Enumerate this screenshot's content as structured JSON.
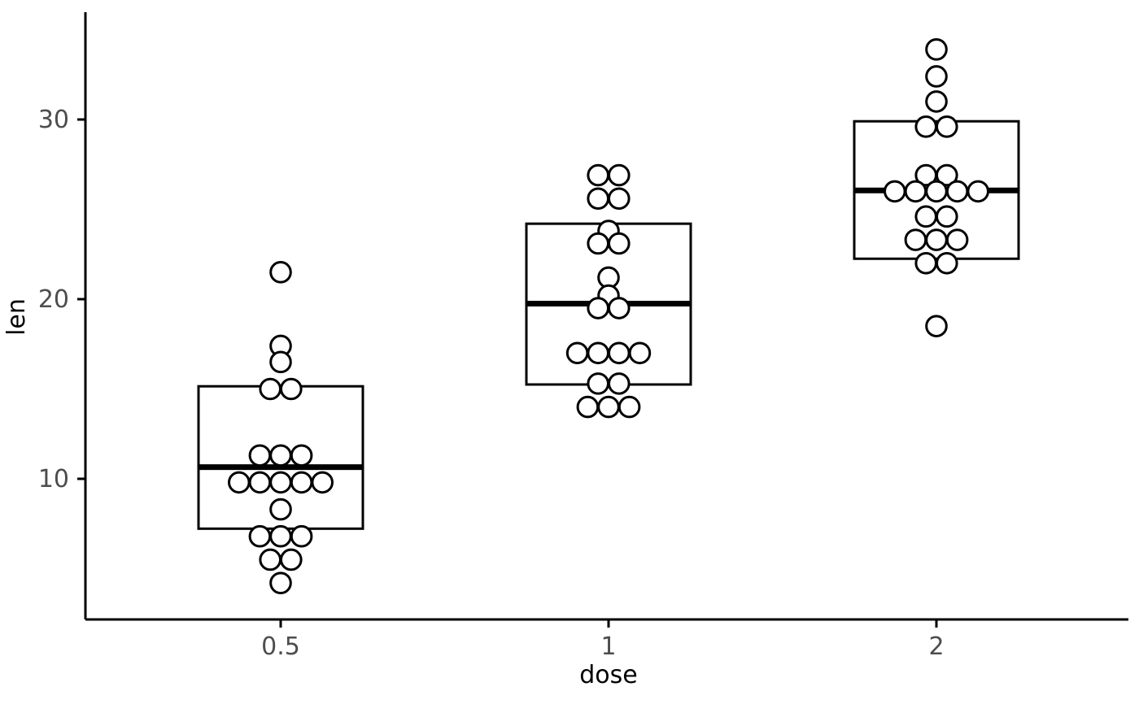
{
  "chart_data": {
    "type": "box",
    "title": "",
    "subtitle": "",
    "xlabel": "dose",
    "ylabel": "len",
    "grid": false,
    "legend": "none",
    "categories": [
      "0.5",
      "1",
      "2"
    ],
    "xtick_labels": [
      "0.5",
      "1",
      "2"
    ],
    "ytick_labels": [
      "10",
      "20",
      "30"
    ],
    "ytick_values": [
      10,
      20,
      30
    ],
    "ylim": [
      3.2,
      35.5
    ],
    "boxes": [
      {
        "category": "0.5",
        "q1": 7.225,
        "median": 10.65,
        "q3": 15.15,
        "whisker_low": 4.2,
        "whisker_high": 21.5
      },
      {
        "category": "1",
        "q1": 15.25,
        "median": 19.75,
        "q3": 24.2,
        "whisker_low": 13.6,
        "whisker_high": 27.3
      },
      {
        "category": "2",
        "q1": 22.25,
        "median": 26.05,
        "q3": 29.9,
        "whisker_low": 18.5,
        "whisker_high": 33.9
      }
    ],
    "series": [
      {
        "name": "0.5",
        "values": [
          4.2,
          5.2,
          5.8,
          6.4,
          7.0,
          7.3,
          8.2,
          9.4,
          9.7,
          9.7,
          10.0,
          10.0,
          11.2,
          11.2,
          11.5,
          13.6,
          15.2,
          15.5,
          16.5,
          17.3,
          21.5
        ]
      },
      {
        "name": "1",
        "values": [
          13.6,
          14.5,
          14.5,
          15.2,
          15.5,
          16.5,
          16.5,
          17.3,
          17.3,
          18.5,
          19.7,
          19.7,
          20.0,
          21.2,
          22.4,
          23.0,
          23.3,
          23.6,
          25.5,
          25.8,
          26.4,
          27.3
        ]
      },
      {
        "name": "2",
        "values": [
          18.5,
          21.5,
          22.4,
          23.3,
          23.3,
          23.6,
          24.5,
          24.8,
          25.5,
          25.8,
          26.4,
          26.4,
          26.4,
          26.7,
          26.7,
          27.3,
          27.3,
          29.4,
          29.5,
          30.9,
          32.5,
          33.9
        ]
      }
    ],
    "colors": {
      "box_stroke": "#000000",
      "median_stroke": "#000000",
      "dot_fill": "#ffffff",
      "dot_stroke": "#000000",
      "axis": "#000000",
      "tick_label": "#4d4d4d",
      "background": "#ffffff"
    },
    "dot_layout": {
      "0.5": [
        {
          "value": 21.5,
          "count": 1
        },
        {
          "value": 17.4,
          "count": 1
        },
        {
          "value": 16.5,
          "count": 1
        },
        {
          "value": 15.0,
          "count": 2
        },
        {
          "value": 11.3,
          "count": 3
        },
        {
          "value": 9.8,
          "count": 5
        },
        {
          "value": 8.3,
          "count": 1
        },
        {
          "value": 6.8,
          "count": 3
        },
        {
          "value": 5.5,
          "count": 2
        },
        {
          "value": 4.2,
          "count": 1
        }
      ],
      "1": [
        {
          "value": 26.9,
          "count": 2
        },
        {
          "value": 25.6,
          "count": 2
        },
        {
          "value": 23.8,
          "count": 1
        },
        {
          "value": 23.1,
          "count": 2
        },
        {
          "value": 21.2,
          "count": 1
        },
        {
          "value": 20.2,
          "count": 1
        },
        {
          "value": 19.5,
          "count": 2
        },
        {
          "value": 17.0,
          "count": 4
        },
        {
          "value": 15.3,
          "count": 2
        },
        {
          "value": 14.0,
          "count": 3
        }
      ],
      "2": [
        {
          "value": 33.9,
          "count": 1
        },
        {
          "value": 32.4,
          "count": 1
        },
        {
          "value": 31.0,
          "count": 1
        },
        {
          "value": 29.6,
          "count": 2
        },
        {
          "value": 26.9,
          "count": 2
        },
        {
          "value": 26.0,
          "count": 5
        },
        {
          "value": 24.6,
          "count": 2
        },
        {
          "value": 23.3,
          "count": 3
        },
        {
          "value": 22.0,
          "count": 2
        },
        {
          "value": 18.5,
          "count": 1
        }
      ]
    }
  },
  "plot": {
    "axis_x_title": "dose",
    "axis_y_title": "len"
  }
}
